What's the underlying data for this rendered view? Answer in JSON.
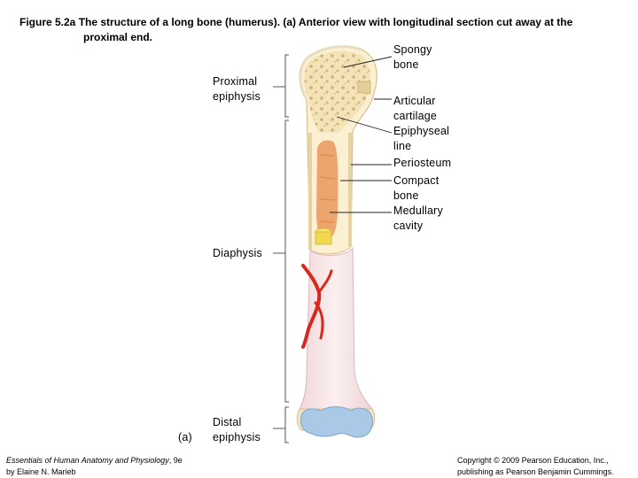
{
  "figure": {
    "title_line1": "Figure 5.2a The structure of a long bone (humerus). (a) Anterior view with longitudinal section cut away at the",
    "title_line2": "proximal end.",
    "panel_label": "(a)"
  },
  "labels": {
    "left": {
      "proximal_epiphysis": [
        "Proximal",
        "epiphysis"
      ],
      "diaphysis": [
        "Diaphysis"
      ],
      "distal_epiphysis": [
        "Distal",
        "epiphysis"
      ]
    },
    "right": {
      "spongy_bone": [
        "Spongy",
        "bone"
      ],
      "articular_cartilage": [
        "Articular",
        "cartilage"
      ],
      "epiphyseal_line": [
        "Epiphyseal",
        "line"
      ],
      "periosteum": [
        "Periosteum"
      ],
      "compact_bone": [
        "Compact",
        "bone"
      ],
      "medullary_cavity": [
        "Medullary",
        "cavity"
      ]
    }
  },
  "footer": {
    "book_title": "Essentials of Human Anatomy and Physiology",
    "book_edition": ", 9e",
    "book_author": "by Elaine N. Marieb",
    "copyright_line1": "Copyright © 2009 Pearson Education, Inc.,",
    "copyright_line2": "publishing as Pearson Benjamin Cummings."
  },
  "colors": {
    "bone": "#f6ecc8",
    "spongy": "#e6d3a3",
    "periosteum": "#f4dfe2",
    "marrow": "#ec9b63",
    "artery": "#d8281e",
    "cartilage": "#a9c9e6",
    "bracket": "#555555"
  }
}
